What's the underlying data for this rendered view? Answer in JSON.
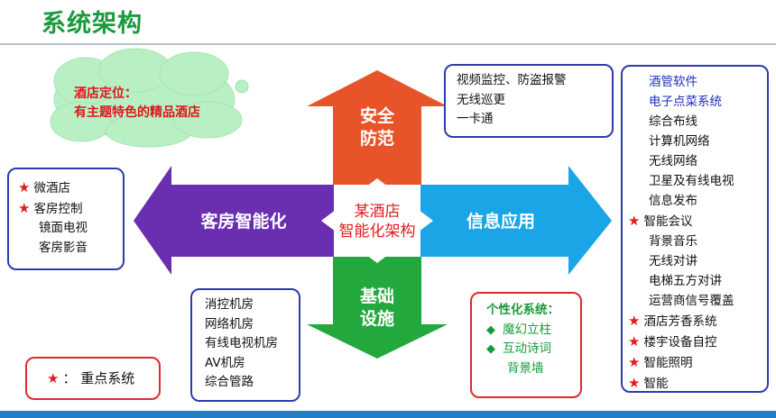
{
  "title": "系统架构",
  "center": {
    "line1": "某酒店",
    "line2": "智能化架构"
  },
  "arrows": {
    "up": {
      "line1": "安全",
      "line2": "防范"
    },
    "down": {
      "line1": "基础",
      "line2": "设施"
    },
    "left": "客房智能化",
    "right": "信息应用"
  },
  "positioning": {
    "line1": "酒店定位：",
    "line2": "有主题特色的精品酒店"
  },
  "security_box": [
    "视频监控、防盗报警",
    "无线巡更",
    "一卡通"
  ],
  "guestroom_box": [
    {
      "text": "微酒店",
      "star": true
    },
    {
      "text": "客房控制",
      "star": true
    },
    {
      "text": "镜面电视",
      "star": false
    },
    {
      "text": "客房影音",
      "star": false
    }
  ],
  "infrastructure_box": [
    "消控机房",
    "网络机房",
    "有线电视机房",
    "AV机房",
    "综合管路"
  ],
  "personalized_box": {
    "heading": "个性化系统：",
    "items": [
      {
        "text": "魔幻立柱",
        "bullet": true
      },
      {
        "text": "互动诗词",
        "bullet": true
      },
      {
        "text": "背景墙",
        "bullet": false
      }
    ]
  },
  "info_box": [
    {
      "text": "酒管软件",
      "star": false,
      "blue": true
    },
    {
      "text": "电子点菜系统",
      "star": false,
      "blue": true
    },
    {
      "text": "综合布线",
      "star": false,
      "blue": false
    },
    {
      "text": "计算机网络",
      "star": false,
      "blue": false
    },
    {
      "text": "无线网络",
      "star": false,
      "blue": false
    },
    {
      "text": "卫星及有线电视",
      "star": false,
      "blue": false
    },
    {
      "text": "信息发布",
      "star": false,
      "blue": false
    },
    {
      "text": "智能会议",
      "star": true,
      "blue": false
    },
    {
      "text": "背景音乐",
      "star": false,
      "blue": false
    },
    {
      "text": "无线对讲",
      "star": false,
      "blue": false
    },
    {
      "text": "电梯五方对讲",
      "star": false,
      "blue": false
    },
    {
      "text": "运营商信号覆盖",
      "star": false,
      "blue": false
    },
    {
      "text": "酒店芳香系统",
      "star": true,
      "blue": false
    },
    {
      "text": "楼宇设备自控",
      "star": true,
      "blue": false
    },
    {
      "text": "智能照明",
      "star": true,
      "blue": false
    },
    {
      "text": "智能",
      "star": true,
      "blue": false
    }
  ],
  "legend": {
    "star": "★",
    "text": "：  重点系统"
  },
  "colors": {
    "up_arrow": "#e8542a",
    "left_arrow": "#6a2fb0",
    "right_arrow": "#1aa6e6",
    "down_arrow": "#22a83c",
    "title": "#1a9a3c",
    "star": "#e01d1d"
  }
}
